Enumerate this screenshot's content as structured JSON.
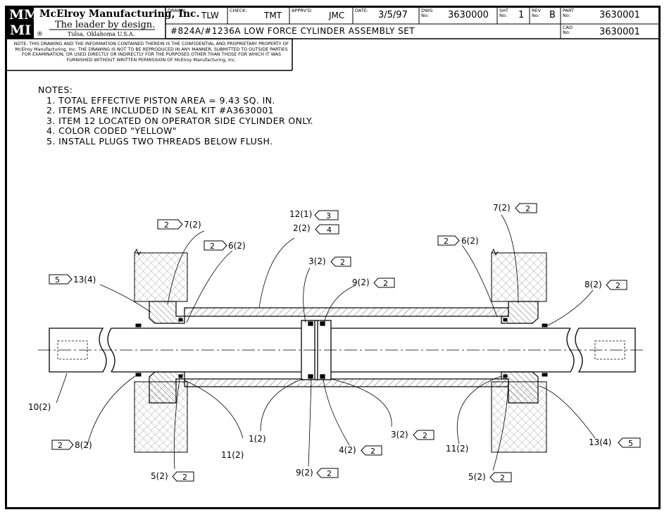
{
  "company": {
    "name": "McElroy Manufacturing, Inc.",
    "tagline": "The leader by design.",
    "location": "Tulsa, Oklahoma U.S.A.",
    "logo_letters": [
      "M",
      "M",
      "I"
    ],
    "registered_mark": "®"
  },
  "title_block": {
    "drawn_label": "DRAWN:",
    "drawn": "TLW",
    "check_label": "CHECK:",
    "check": "TMT",
    "apprvd_label": "APPRV'D:",
    "apprvd": "JMC",
    "date_label": "DATE:",
    "date": "3/5/97",
    "dwg_label_1": "DWG",
    "dwg_label_2": "No:",
    "dwg_no": "3630000",
    "sht_label_1": "SHT",
    "sht_label_2": "No:",
    "sht_no": "1",
    "rev_label_1": "REV",
    "rev_label_2": "No:",
    "rev_no": "B",
    "part_label_1": "PART",
    "part_label_2": "No:",
    "part_no": "3630001",
    "cad_label_1": "CAD",
    "cad_label_2": "No:",
    "cad_no": "3630001",
    "title": "#824A/#1236A LOW FORCE CYLINDER ASSEMBLY SET"
  },
  "confidential_note": "NOTE: THIS DRAWING AND THE INFORMATION CONTAINED THEREIN IS THE CONFIDENTIAL AND PROPRIETARY PROPERTY OF McElroy Manufacturing, Inc. THE DRAWING IS NOT TO BE REPRODUCED IN ANY MANNER, SUBMITTED TO OUTSIDE PARTIES FOR EXAMINATION, OR USED DIRECTLY OR INDIRECTLY FOR THE PURPOSES OTHER THAN THOSE FOR WHICH IT WAS FURNISHED WITHOUT WRITTEN PERMISSION OF McElroy Manufacturing, Inc.",
  "notes": {
    "heading": "NOTES:",
    "items": [
      "1. TOTAL EFFECTIVE PISTON AREA = 9.43 SQ. IN.",
      "2. ITEMS ARE INCLUDED IN SEAL KIT #A3630001",
      "3. ITEM 12 LOCATED ON OPERATOR SIDE CYLINDER ONLY.",
      "4. COLOR CODED \"YELLOW\"",
      "5. INSTALL PLUGS TWO THREADS BELOW FLUSH."
    ]
  },
  "callouts": {
    "c_12": {
      "text": "12(1)",
      "flag": "3"
    },
    "c_2": {
      "text": "2(2)",
      "flag": "4"
    },
    "c_7_left": {
      "text": "7(2)",
      "flag": "2"
    },
    "c_6_left": {
      "text": "6(2)",
      "flag": "2"
    },
    "c_13_left": {
      "text": "13(4)",
      "flag": "5"
    },
    "c_3_top": {
      "text": "3(2)",
      "flag": "2"
    },
    "c_9_top": {
      "text": "9(2)",
      "flag": "2"
    },
    "c_7_right": {
      "text": "7(2)",
      "flag": "2"
    },
    "c_6_right": {
      "text": "6(2)",
      "flag": "2"
    },
    "c_8_right": {
      "text": "8(2)",
      "flag": "2"
    },
    "c_10": {
      "text": "10(2)"
    },
    "c_8_left": {
      "text": "8(2)",
      "flag": "2"
    },
    "c_11_left": {
      "text": "11(2)"
    },
    "c_5_left": {
      "text": "5(2)",
      "flag": "2"
    },
    "c_1": {
      "text": "1(2)"
    },
    "c_9_bottom": {
      "text": "9(2)",
      "flag": "2"
    },
    "c_4": {
      "text": "4(2)",
      "flag": "2"
    },
    "c_3_bottom": {
      "text": "3(2)",
      "flag": "2"
    },
    "c_11_right": {
      "text": "11(2)"
    },
    "c_5_right": {
      "text": "5(2)",
      "flag": "2"
    },
    "c_13_right": {
      "text": "13(4)",
      "flag": "5"
    }
  }
}
